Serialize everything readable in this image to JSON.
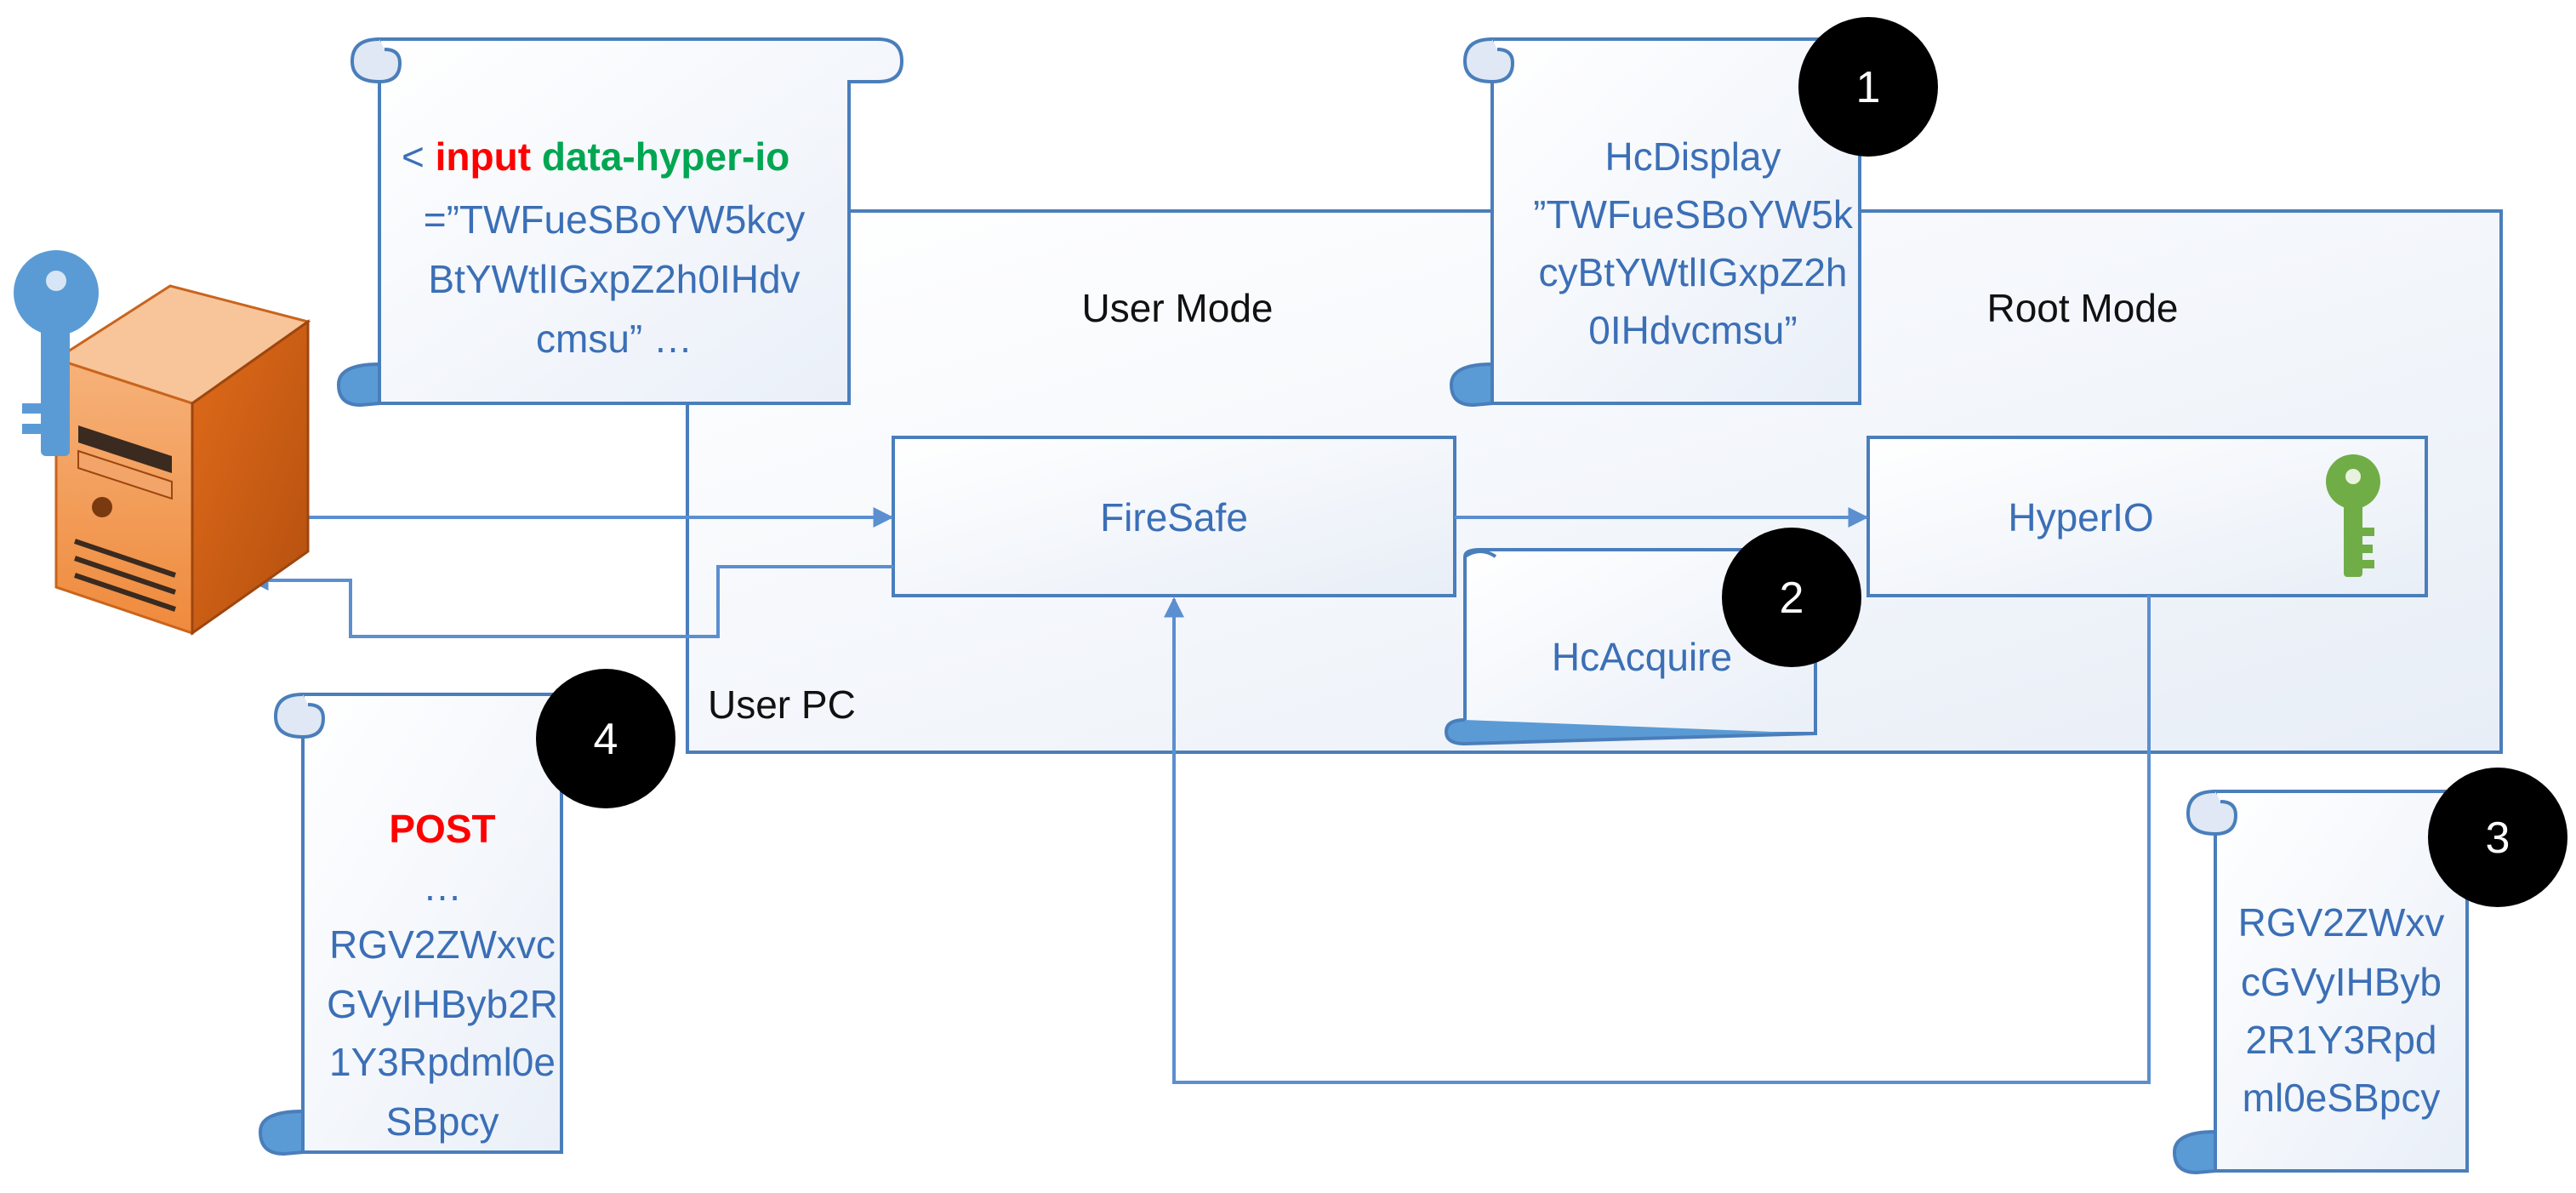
{
  "regions": {
    "user_pc": "User PC",
    "user_mode": "User Mode",
    "root_mode": "Root Mode"
  },
  "components": {
    "firesafe": "FireSafe",
    "hyperio": "HyperIO",
    "hcacquire": "HcAcquire"
  },
  "scrolls": {
    "html_snippet": {
      "bracket": "<",
      "tag": "input",
      "attr": "data-hyper-io",
      "lines": [
        "=”TWFueSBoYW5kcy",
        "BtYWtlIGxpZ2h0IHdv",
        "cmsu” …"
      ]
    },
    "hcdisplay": {
      "lines": [
        "HcDisplay",
        "”TWFueSBoYW5k",
        "cyBtYWtlIGxpZ2h",
        "0IHdvcmsu”"
      ]
    },
    "post": {
      "method": "POST",
      "lines": [
        "…",
        "RGV2ZWxvc",
        "GVyIHByb2R",
        "1Y3Rpdml0e",
        "SBpcy"
      ]
    },
    "response": {
      "lines": [
        "RGV2ZWxv",
        "cGVyIHByb",
        "2R1Y3Rpd",
        "ml0eSBpcy"
      ]
    }
  },
  "steps": [
    "1",
    "2",
    "3",
    "4"
  ],
  "colors": {
    "blue_line": "#4a7ebb",
    "blue_text": "#3b6fb6",
    "red_text": "#ff0000",
    "green_text": "#00a651",
    "key_blue": "#5b9bd5",
    "key_green": "#70ad47",
    "server_orange": "#e06b1a"
  },
  "icons": [
    "server-icon",
    "blue-key-icon",
    "green-key-icon"
  ]
}
